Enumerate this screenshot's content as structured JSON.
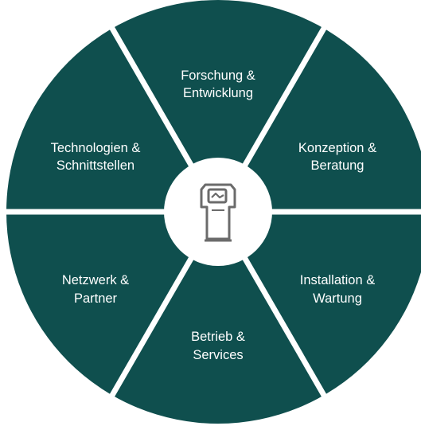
{
  "colors": {
    "segment": "#0f4f4e",
    "separator": "#ffffff",
    "center": "#ffffff",
    "icon": "#6b6b6b"
  },
  "center_icon": "charging-station-icon",
  "segments": [
    {
      "line1": "Forschung &",
      "line2": "Entwicklung"
    },
    {
      "line1": "Konzeption &",
      "line2": "Beratung"
    },
    {
      "line1": "Installation &",
      "line2": "Wartung"
    },
    {
      "line1": "Betrieb &",
      "line2": "Services"
    },
    {
      "line1": "Netzwerk &",
      "line2": "Partner"
    },
    {
      "line1": "Technologien &",
      "line2": "Schnittstellen"
    }
  ]
}
